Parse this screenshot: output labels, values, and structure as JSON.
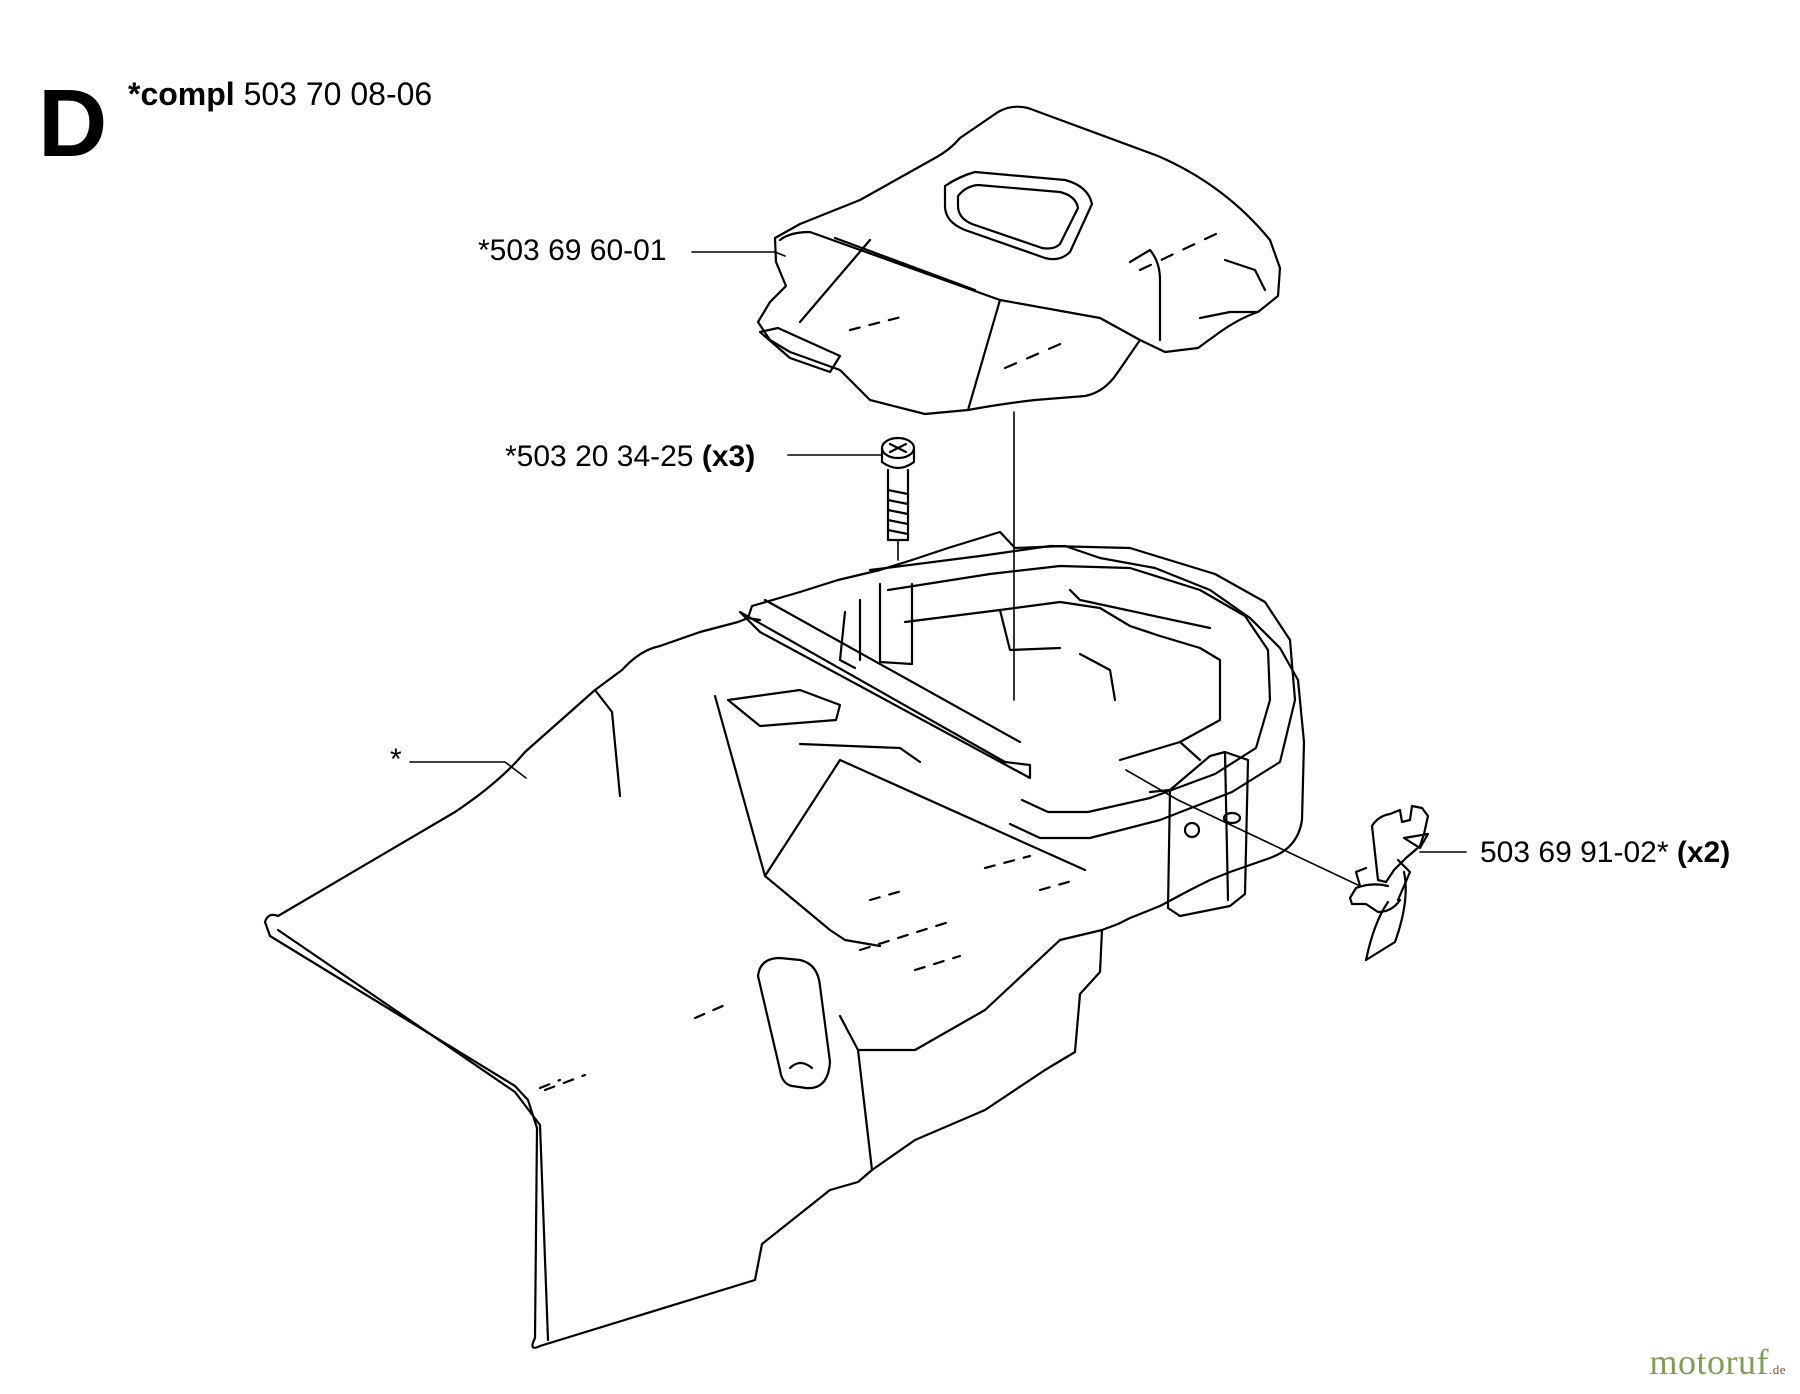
{
  "header": {
    "section_letter": "D",
    "title_prefix": "*compl",
    "title_part": "503 70 08-06"
  },
  "callouts": [
    {
      "id": "top-cover",
      "part": "*503 69 60-01",
      "qty": ""
    },
    {
      "id": "screw",
      "part": "*503 20 34-25",
      "qty": "(x3)"
    },
    {
      "id": "housing",
      "part": "*",
      "qty": ""
    },
    {
      "id": "clip",
      "part": "503 69 91-02*",
      "qty": "(x2)"
    }
  ],
  "watermark": {
    "brand": "motoruf",
    "tld": ".de"
  },
  "colors": {
    "line": "#000000",
    "background": "#ffffff",
    "watermark_green": "#7f9f55",
    "watermark_red": "#a04a3a"
  }
}
